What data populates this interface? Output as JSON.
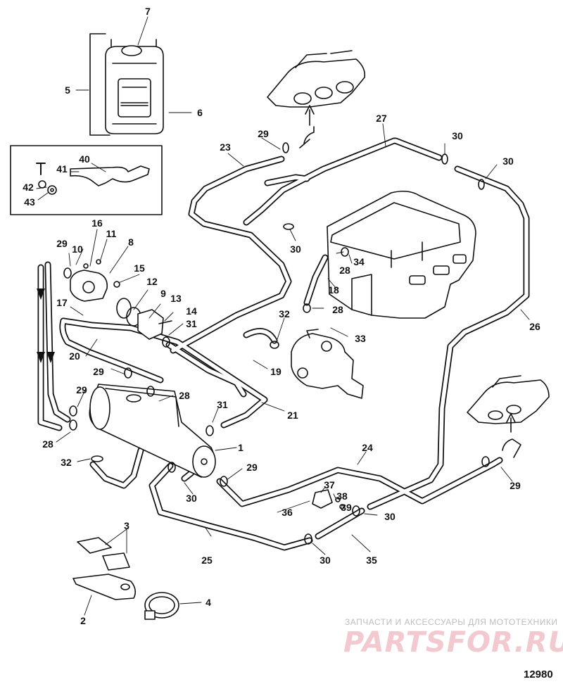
{
  "callouts": [
    {
      "key": "p7",
      "text": "7"
    },
    {
      "key": "p5",
      "text": "5"
    },
    {
      "key": "p6",
      "text": "6"
    },
    {
      "key": "p40",
      "text": "40"
    },
    {
      "key": "p41",
      "text": "41"
    },
    {
      "key": "p42",
      "text": "42"
    },
    {
      "key": "p43",
      "text": "43"
    },
    {
      "key": "p29a",
      "text": "29"
    },
    {
      "key": "p23",
      "text": "23"
    },
    {
      "key": "p27",
      "text": "27"
    },
    {
      "key": "p30a",
      "text": "30"
    },
    {
      "key": "p30b",
      "text": "30"
    },
    {
      "key": "p30c",
      "text": "30"
    },
    {
      "key": "p16",
      "text": "16"
    },
    {
      "key": "p11",
      "text": "11"
    },
    {
      "key": "p29b",
      "text": "29"
    },
    {
      "key": "p10",
      "text": "10"
    },
    {
      "key": "p8",
      "text": "8"
    },
    {
      "key": "p15",
      "text": "15"
    },
    {
      "key": "p12",
      "text": "12"
    },
    {
      "key": "p9",
      "text": "9"
    },
    {
      "key": "p13",
      "text": "13"
    },
    {
      "key": "p17",
      "text": "17"
    },
    {
      "key": "p14",
      "text": "14"
    },
    {
      "key": "p31a",
      "text": "31"
    },
    {
      "key": "p28a",
      "text": "28"
    },
    {
      "key": "p34",
      "text": "34"
    },
    {
      "key": "p18",
      "text": "18"
    },
    {
      "key": "p28b",
      "text": "28"
    },
    {
      "key": "p32a",
      "text": "32"
    },
    {
      "key": "p33",
      "text": "33"
    },
    {
      "key": "p26",
      "text": "26"
    },
    {
      "key": "p20",
      "text": "20"
    },
    {
      "key": "p19",
      "text": "19"
    },
    {
      "key": "p29c",
      "text": "29"
    },
    {
      "key": "p28c",
      "text": "28"
    },
    {
      "key": "p29d",
      "text": "29"
    },
    {
      "key": "p31b",
      "text": "31"
    },
    {
      "key": "p21",
      "text": "21"
    },
    {
      "key": "p28d",
      "text": "28"
    },
    {
      "key": "p1",
      "text": "1"
    },
    {
      "key": "p24",
      "text": "24"
    },
    {
      "key": "p32b",
      "text": "32"
    },
    {
      "key": "p29e",
      "text": "29"
    },
    {
      "key": "p29f",
      "text": "29"
    },
    {
      "key": "p30d",
      "text": "30"
    },
    {
      "key": "p37",
      "text": "37"
    },
    {
      "key": "p38",
      "text": "38"
    },
    {
      "key": "p36",
      "text": "36"
    },
    {
      "key": "p39",
      "text": "39"
    },
    {
      "key": "p30e",
      "text": "30"
    },
    {
      "key": "p3",
      "text": "3"
    },
    {
      "key": "p25",
      "text": "25"
    },
    {
      "key": "p30f",
      "text": "30"
    },
    {
      "key": "p35",
      "text": "35"
    },
    {
      "key": "p4",
      "text": "4"
    },
    {
      "key": "p2",
      "text": "2"
    }
  ],
  "watermark": {
    "subtitle": "ЗАПЧАСТИ И АКСЕССУАРЫ ДЛЯ МОТОТЕХНИКИ",
    "brand": "PARTSFOR.RU"
  },
  "diagram_number": "12980",
  "colors": {
    "ink": "#111111",
    "watermark_brand": "#f2c9cf",
    "watermark_text": "#bdbdbd"
  }
}
